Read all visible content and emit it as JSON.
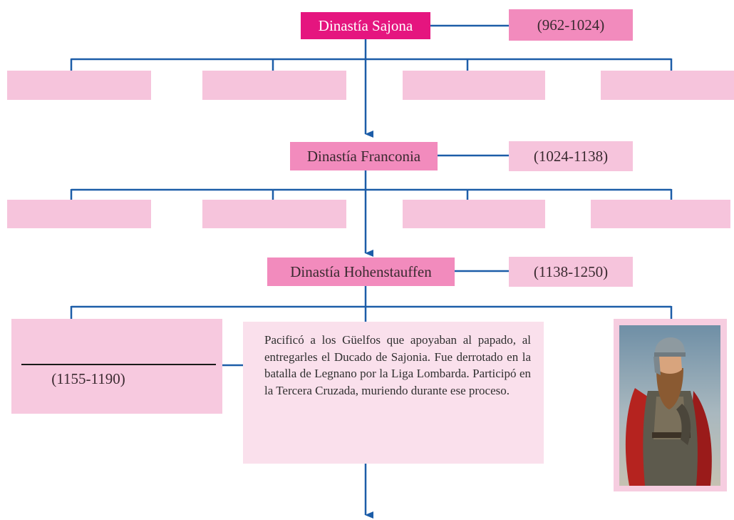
{
  "dynasties": [
    {
      "name": "Dinastía Sajona",
      "years": "(962-1024)"
    },
    {
      "name": "Dinastía Franconia",
      "years": "(1024-1138)"
    },
    {
      "name": "Dinastía Hohenstauffen",
      "years": "(1138-1250)"
    }
  ],
  "emperor": {
    "years": "(1155-1190)",
    "description": "Pacificó a los Güelfos que apoyaban al papado, al entregarles el Ducado de Sajonia. Fue derrotado en la batalla de Legnano por la Liga Lombarda. Participó en la Tercera Cruzada, muriendo durante ese proceso."
  },
  "colors": {
    "line": "#1c5da8",
    "magenta": "#e5157f",
    "pink_medium": "#f28bbd",
    "pink_light": "#f6c4dc"
  }
}
